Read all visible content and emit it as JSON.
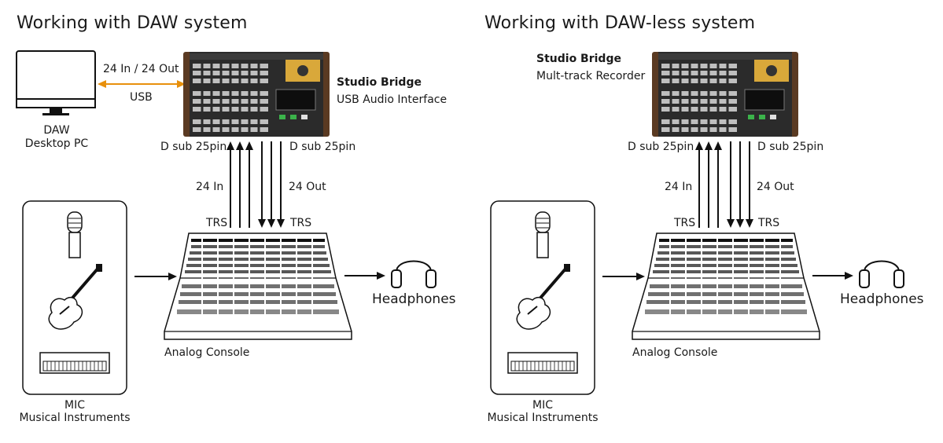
{
  "left": {
    "title": "Working with DAW system",
    "io_label": "24 In / 24 Out",
    "usb_label": "USB",
    "pc_line1": "DAW",
    "pc_line2": "Desktop PC",
    "device_name": "Studio Bridge",
    "device_role": "USB Audio Interface",
    "dsub_left": "D sub 25pin",
    "dsub_right": "D sub 25pin",
    "in_label": "24 In",
    "out_label": "24 Out",
    "trs_left": "TRS",
    "trs_right": "TRS",
    "headphones": "Headphones",
    "console": "Analog Console",
    "sources_line1": "MIC",
    "sources_line2": "Musical Instruments"
  },
  "right": {
    "title": "Working with DAW-less system",
    "device_name": "Studio Bridge",
    "device_role": "Mult-track Recorder",
    "dsub_left": "D sub 25pin",
    "dsub_right": "D sub 25pin",
    "in_label": "24 In",
    "out_label": "24 Out",
    "trs_left": "TRS",
    "trs_right": "TRS",
    "headphones": "Headphones",
    "console": "Analog Console",
    "sources_line1": "MIC",
    "sources_line2": "Musical Instruments"
  },
  "colors": {
    "usb_arrow": "#e8900c",
    "line": "#111111",
    "device_body": "#2b2b2b",
    "device_wood": "#5a3a22",
    "device_accent": "#d9a83a"
  }
}
